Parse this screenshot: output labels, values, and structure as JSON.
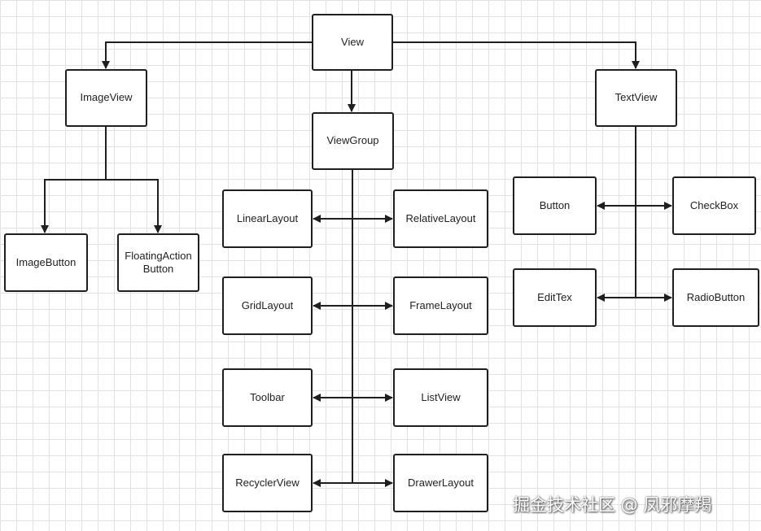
{
  "nodes": {
    "view": "View",
    "imageview": "ImageView",
    "textview": "TextView",
    "viewgroup": "ViewGroup",
    "imagebutton": "ImageButton",
    "floatingactionbutton": "FloatingActionButton",
    "linearlayout": "LinearLayout",
    "relativelayout": "RelativeLayout",
    "gridlayout": "GridLayout",
    "framelayout": "FrameLayout",
    "toolbar": "Toolbar",
    "listview": "ListView",
    "recyclerview": "RecyclerView",
    "drawerlayout": "DrawerLayout",
    "button": "Button",
    "checkbox": "CheckBox",
    "edittex": "EditTex",
    "radiobutton": "RadioButton"
  },
  "watermark": "掘金技术社区 @ 凤邪摩羯",
  "colors": {
    "line": "#1f1f1f",
    "grid": "#e2e2e2",
    "background": "#ffffff"
  }
}
